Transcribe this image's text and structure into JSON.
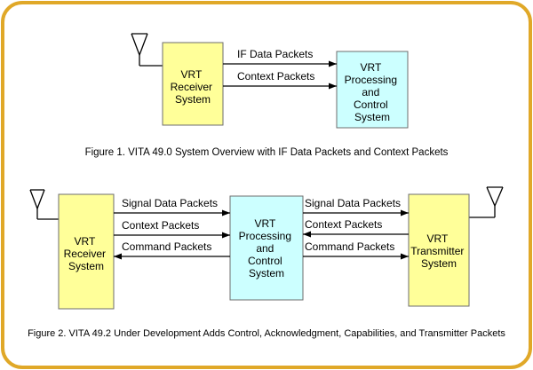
{
  "colors": {
    "border": "#E0A828",
    "receiver_fill": "#FFFF99",
    "processing_fill": "#CCFFFF",
    "transmitter_fill": "#FFFF99",
    "box_stroke": "#6E6E6E",
    "line": "#000000"
  },
  "figure1": {
    "receiver": [
      "VRT",
      "Receiver",
      "System"
    ],
    "processing": [
      "VRT",
      "Processing",
      "and",
      "Control",
      "System"
    ],
    "links": [
      "IF Data Packets",
      "Context Packets"
    ],
    "caption": "Figure 1. VITA 49.0 System Overview with IF Data Packets and Context  Packets"
  },
  "figure2": {
    "receiver": [
      "VRT",
      "Receiver",
      "System"
    ],
    "processing": [
      "VRT",
      "Processing",
      "and",
      "Control",
      "System"
    ],
    "transmitter": [
      "VRT",
      "Transmitter",
      "System"
    ],
    "left_links": [
      "Signal Data Packets",
      "Context Packets",
      "Command Packets"
    ],
    "right_links": [
      "Signal Data Packets",
      "Context Packets",
      "Command Packets"
    ],
    "caption": "Figure 2. VITA 49.2 Under Development Adds Control, Acknowledgment, Capabilities, and Transmitter Packets"
  },
  "icons": {
    "antenna": "antenna-icon"
  }
}
